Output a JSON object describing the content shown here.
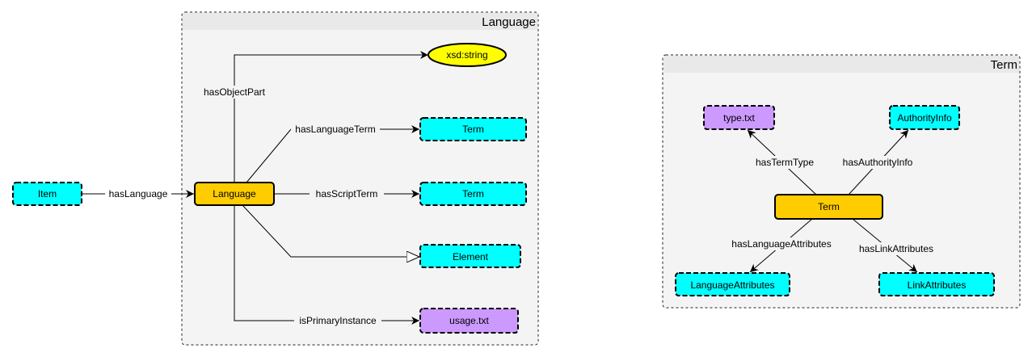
{
  "colors": {
    "class_fill": "#00ffff",
    "central_fill": "#ffcc00",
    "vocab_fill": "#cc99ff",
    "literal_fill": "#ffff00",
    "group_fill": "#f4f4f4",
    "group_header": "#e9e9e9",
    "edge": "#000000"
  },
  "groups": {
    "language": {
      "title": "Language"
    },
    "term": {
      "title": "Term"
    }
  },
  "nodes": {
    "item": "Item",
    "language": "Language",
    "xsd_string": "xsd:string",
    "term_1": "Term",
    "term_2": "Term",
    "element": "Element",
    "usage": "usage.txt",
    "term_central": "Term",
    "type": "type.txt",
    "authority_info": "AuthorityInfo",
    "language_attributes": "LanguageAttributes",
    "link_attributes": "LinkAttributes"
  },
  "edges": {
    "has_language": "hasLanguage",
    "has_object_part": "hasObjectPart",
    "has_language_term": "hasLanguageTerm",
    "has_script_term": "hasScriptTerm",
    "is_primary_instance": "isPrimaryInstance",
    "has_term_type": "hasTermType",
    "has_authority_info": "hasAuthorityInfo",
    "has_language_attributes": "hasLanguageAttributes",
    "has_link_attributes": "hasLinkAttributes"
  }
}
